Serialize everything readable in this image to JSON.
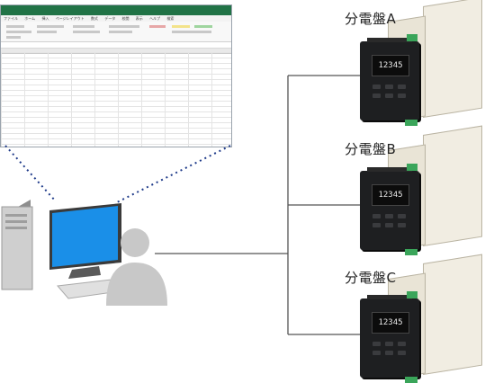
{
  "panels": [
    {
      "label": "分電盤A",
      "display": "12345"
    },
    {
      "label": "分電盤B",
      "display": "12345"
    },
    {
      "label": "分電盤C",
      "display": "12345"
    }
  ],
  "spreadsheet": {
    "menu": [
      "ファイル",
      "ホーム",
      "挿入",
      "ページレイアウト",
      "数式",
      "データ",
      "校閲",
      "表示",
      "ヘルプ",
      "検索"
    ]
  },
  "colors": {
    "dotted_line": "#1f3b8a",
    "connector": "#555555",
    "monitor_screen": "#1a8fe8",
    "person": "#c8c8c8",
    "excel_green": "#217346"
  }
}
